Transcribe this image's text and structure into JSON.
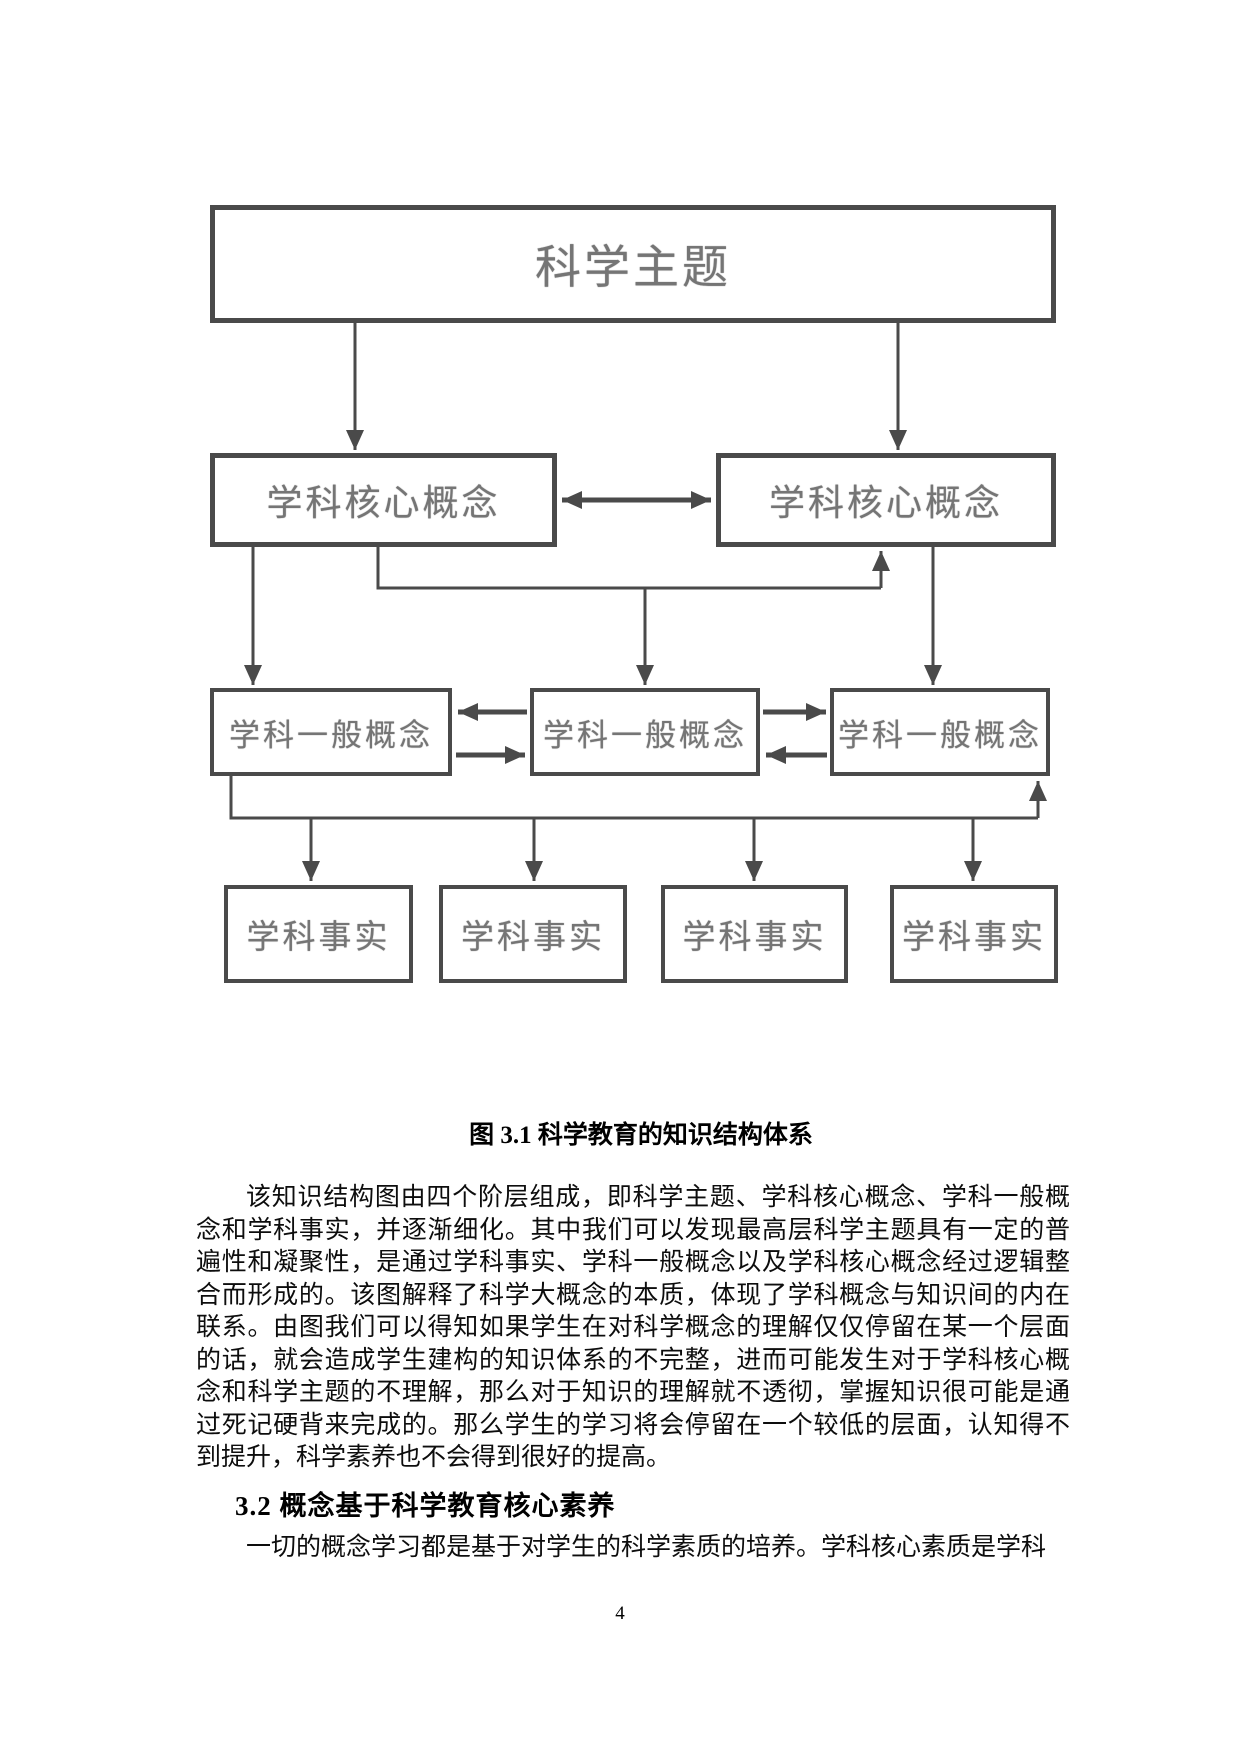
{
  "page": {
    "number": "4",
    "background_color": "#ffffff"
  },
  "figure": {
    "caption": "图 3.1 科学教育的知识结构体系",
    "colors": {
      "line": "#4a4a4a",
      "box_border": "#4a4a4a",
      "box_text": "#757575"
    },
    "levels": {
      "theme": {
        "label": "科学主题"
      },
      "core": [
        {
          "label": "学科核心概念"
        },
        {
          "label": "学科核心概念"
        }
      ],
      "general": [
        {
          "label": "学科一般概念"
        },
        {
          "label": "学科一般概念"
        },
        {
          "label": "学科一般概念"
        }
      ],
      "facts": [
        {
          "label": "学科事实"
        },
        {
          "label": "学科事实"
        },
        {
          "label": "学科事实"
        },
        {
          "label": "学科事实"
        }
      ]
    }
  },
  "body": {
    "paragraph1": "该知识结构图由四个阶层组成，即科学主题、学科核心概念、学科一般概念和学科事实，并逐渐细化。其中我们可以发现最高层科学主题具有一定的普遍性和凝聚性，是通过学科事实、学科一般概念以及学科核心概念经过逻辑整合而形成的。该图解释了科学大概念的本质，体现了学科概念与知识间的内在联系。由图我们可以得知如果学生在对科学概念的理解仅仅停留在某一个层面的话，就会造成学生建构的知识体系的不完整，进而可能发生对于学科核心概念和科学主题的不理解，那么对于知识的理解就不透彻，掌握知识很可能是通过死记硬背来完成的。那么学生的学习将会停留在一个较低的层面，认知得不到提升，科学素养也不会得到很好的提高。",
    "section_heading": "3.2 概念基于科学教育核心素养",
    "paragraph2": "一切的概念学习都是基于对学生的科学素质的培养。学科核心素质是学科"
  }
}
